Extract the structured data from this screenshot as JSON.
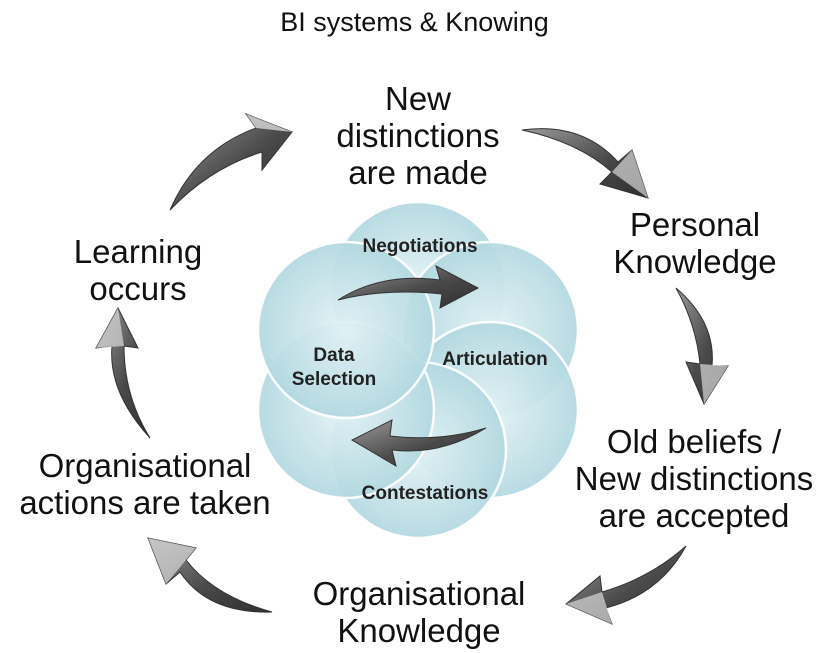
{
  "title": "BI systems & Knowing",
  "cycle": {
    "stages": [
      {
        "lines": [
          "New",
          "distinctions",
          "are made"
        ]
      },
      {
        "lines": [
          "Personal",
          "Knowledge"
        ]
      },
      {
        "lines": [
          "Old beliefs /",
          "New distinctions",
          "are accepted"
        ]
      },
      {
        "lines": [
          "Organisational",
          "Knowledge"
        ]
      },
      {
        "lines": [
          "Organisational",
          "actions are taken"
        ]
      },
      {
        "lines": [
          "Learning",
          "occurs"
        ]
      }
    ]
  },
  "inner": {
    "labels": [
      {
        "lines": [
          "Negotiations"
        ]
      },
      {
        "lines": [
          "Articulation"
        ]
      },
      {
        "lines": [
          "Data",
          "Selection"
        ]
      },
      {
        "lines": [
          "Contestations"
        ]
      }
    ]
  },
  "colors": {
    "arrow_fill": "#555555",
    "arrow_highlight": "#c8c8c8",
    "petal_fill": "#bfe0e6",
    "petal_stroke": "#ffffff",
    "text": "#111111"
  }
}
